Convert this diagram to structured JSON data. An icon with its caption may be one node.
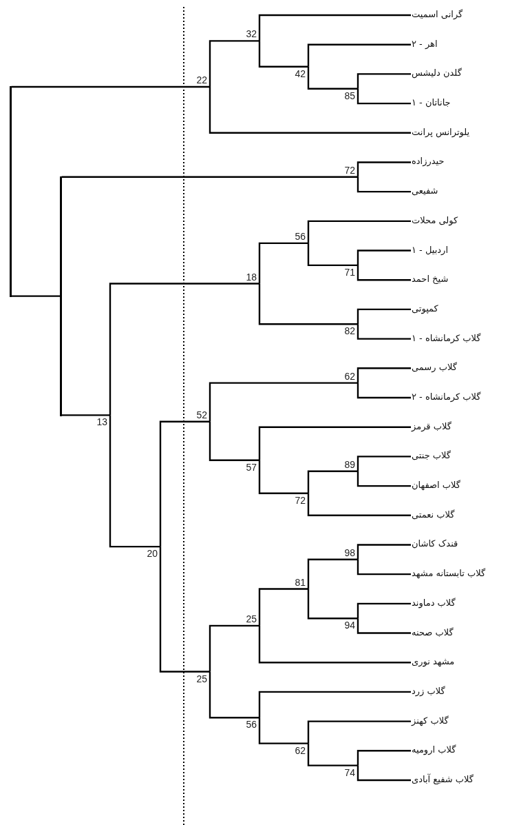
{
  "diagram": {
    "nodes": [
      {
        "text": [
          "گرانی اسمیت"
        ]
      },
      {
        "text": [
          "اهر - ۲"
        ]
      },
      {
        "text": [
          "گلدن دلیشس"
        ]
      },
      {
        "text": [
          "جاناتان - ۱"
        ]
      },
      {
        "text": [
          "یلوترانس پرانت"
        ]
      },
      {
        "text": [
          "حیدرزاده"
        ]
      },
      {
        "text": [
          "شفیعی"
        ]
      },
      {
        "text": [
          "کولی محلات"
        ]
      },
      {
        "text": [
          "اردبیل - ۱"
        ]
      },
      {
        "text": [
          "شیخ احمد"
        ]
      },
      {
        "text": [
          "کمپوتی"
        ]
      },
      {
        "text": [
          "گلاب کرمانشاه - ۱"
        ]
      },
      {
        "text": [
          "گلاب رسمی"
        ]
      },
      {
        "text": [
          "گلاب کرمانشاه - ۲"
        ]
      },
      {
        "text": [
          "گلاب قرمز"
        ]
      },
      {
        "text": [
          "گلاب جنتی"
        ]
      },
      {
        "text": [
          "گلاب اصفهان"
        ]
      },
      {
        "text": [
          "گلاب نعمتی"
        ]
      },
      {
        "text": [
          "قندک کاشان"
        ]
      },
      {
        "text": [
          "گلاب تابستانه مشهد"
        ]
      },
      {
        "text": [
          "گلاب دماوند"
        ]
      },
      {
        "text": [
          "گلاب صحنه"
        ]
      },
      {
        "text": [
          "مشهد نوری"
        ]
      },
      {
        "text": [
          "گلاب زرد"
        ]
      },
      {
        "text": [
          "گلاب کهنز"
        ]
      },
      {
        "text": [
          "گلاب ارومیه"
        ]
      },
      {
        "text": [
          "گلاب شفیع آبادی"
        ]
      },
      {
        "text": [],
        "shape": "bar"
      },
      {
        "text": [
          "22"
        ]
      },
      {
        "text": [
          "32"
        ]
      },
      {
        "text": [
          "42"
        ]
      },
      {
        "text": [
          "85"
        ]
      },
      {
        "text": [],
        "shape": "bar"
      },
      {
        "text": [
          "72"
        ]
      },
      {
        "text": [
          "13"
        ]
      },
      {
        "text": [
          "18"
        ]
      },
      {
        "text": [
          "56"
        ]
      },
      {
        "text": [
          "71"
        ]
      },
      {
        "text": [
          "82"
        ]
      },
      {
        "text": [
          "20"
        ]
      },
      {
        "text": [
          "52"
        ]
      },
      {
        "text": [
          "62"
        ]
      },
      {
        "text": [
          "57"
        ]
      },
      {
        "text": [
          "72"
        ]
      },
      {
        "text": [
          "89"
        ]
      },
      {
        "text": [
          "25"
        ]
      },
      {
        "text": [
          "25"
        ]
      },
      {
        "text": [
          "81"
        ]
      },
      {
        "text": [
          "98"
        ]
      },
      {
        "text": [
          "94"
        ]
      },
      {
        "text": [
          "56"
        ]
      },
      {
        "text": [
          "62"
        ]
      },
      {
        "text": [
          "74"
        ]
      }
    ],
    "edges": [
      {
        "from": 27,
        "to": 28,
        "arrow": "none"
      },
      {
        "from": 27,
        "to": 32,
        "arrow": "none"
      },
      {
        "from": 28,
        "to": 29,
        "arrow": "none"
      },
      {
        "from": 28,
        "to": 4,
        "arrow": "none"
      },
      {
        "from": 29,
        "to": 0,
        "arrow": "none"
      },
      {
        "from": 29,
        "to": 30,
        "arrow": "none"
      },
      {
        "from": 30,
        "to": 1,
        "arrow": "none"
      },
      {
        "from": 30,
        "to": 31,
        "arrow": "none"
      },
      {
        "from": 31,
        "to": 2,
        "arrow": "none"
      },
      {
        "from": 31,
        "to": 3,
        "arrow": "none"
      },
      {
        "from": 32,
        "to": 33,
        "arrow": "none"
      },
      {
        "from": 32,
        "to": 34,
        "arrow": "none"
      },
      {
        "from": 33,
        "to": 5,
        "arrow": "none"
      },
      {
        "from": 33,
        "to": 6,
        "arrow": "none"
      },
      {
        "from": 34,
        "to": 35,
        "arrow": "none"
      },
      {
        "from": 34,
        "to": 39,
        "arrow": "none"
      },
      {
        "from": 35,
        "to": 36,
        "arrow": "none"
      },
      {
        "from": 35,
        "to": 38,
        "arrow": "none"
      },
      {
        "from": 36,
        "to": 7,
        "arrow": "none"
      },
      {
        "from": 36,
        "to": 37,
        "arrow": "none"
      },
      {
        "from": 37,
        "to": 8,
        "arrow": "none"
      },
      {
        "from": 37,
        "to": 9,
        "arrow": "none"
      },
      {
        "from": 38,
        "to": 10,
        "arrow": "none"
      },
      {
        "from": 38,
        "to": 11,
        "arrow": "none"
      },
      {
        "from": 39,
        "to": 40,
        "arrow": "none"
      },
      {
        "from": 39,
        "to": 45,
        "arrow": "none"
      },
      {
        "from": 40,
        "to": 41,
        "arrow": "none"
      },
      {
        "from": 40,
        "to": 42,
        "arrow": "none"
      },
      {
        "from": 41,
        "to": 12,
        "arrow": "none"
      },
      {
        "from": 41,
        "to": 13,
        "arrow": "none"
      },
      {
        "from": 42,
        "to": 14,
        "arrow": "none"
      },
      {
        "from": 42,
        "to": 43,
        "arrow": "none"
      },
      {
        "from": 43,
        "to": 44,
        "arrow": "none"
      },
      {
        "from": 43,
        "to": 17,
        "arrow": "none"
      },
      {
        "from": 44,
        "to": 15,
        "arrow": "none"
      },
      {
        "from": 44,
        "to": 16,
        "arrow": "none"
      },
      {
        "from": 45,
        "to": 46,
        "arrow": "none"
      },
      {
        "from": 45,
        "to": 50,
        "arrow": "none"
      },
      {
        "from": 46,
        "to": 47,
        "arrow": "none"
      },
      {
        "from": 46,
        "to": 22,
        "arrow": "none"
      },
      {
        "from": 47,
        "to": 48,
        "arrow": "none"
      },
      {
        "from": 47,
        "to": 49,
        "arrow": "none"
      },
      {
        "from": 48,
        "to": 18,
        "arrow": "none"
      },
      {
        "from": 48,
        "to": 19,
        "arrow": "none"
      },
      {
        "from": 49,
        "to": 20,
        "arrow": "none"
      },
      {
        "from": 49,
        "to": 21,
        "arrow": "none"
      },
      {
        "from": 50,
        "to": 23,
        "arrow": "none"
      },
      {
        "from": 50,
        "to": 51,
        "arrow": "none"
      },
      {
        "from": 51,
        "to": 24,
        "arrow": "none"
      },
      {
        "from": 51,
        "to": 52,
        "arrow": "none"
      },
      {
        "from": 52,
        "to": 25,
        "arrow": "none"
      },
      {
        "from": 52,
        "to": 26,
        "arrow": "none"
      }
    ]
  }
}
